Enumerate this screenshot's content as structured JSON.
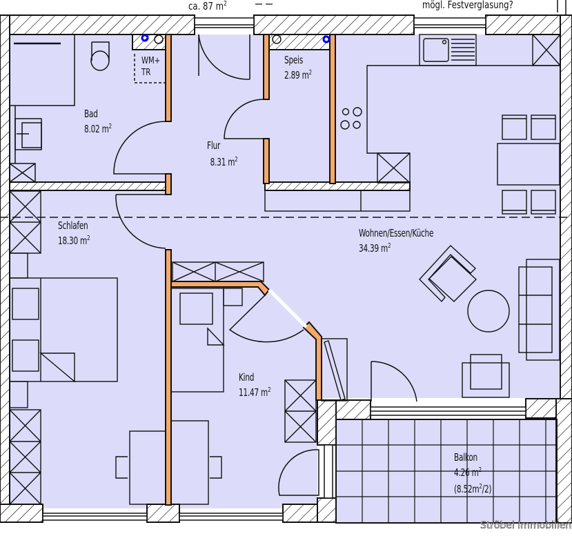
{
  "plan": {
    "total_area_label": "ca. 87 m",
    "total_area_sup": "2",
    "window_note": "mögl. Festverglasung?",
    "watermark": "Ströbel Immobilien",
    "colors": {
      "floor": "#dcdcfa",
      "wall_hatch": "#111111",
      "partition": "#f4a96a",
      "outline": "#111111",
      "pipe_marker": "#0000ee"
    }
  },
  "rooms": [
    {
      "id": "bad",
      "name": "Bad",
      "area": "8.02 m",
      "sup": "2"
    },
    {
      "id": "flur",
      "name": "Flur",
      "area": "8.31 m",
      "sup": "2"
    },
    {
      "id": "speis",
      "name": "Speis",
      "area": "2.89 m",
      "sup": "2"
    },
    {
      "id": "schlafen",
      "name": "Schlafen",
      "area": "18.30 m",
      "sup": "2"
    },
    {
      "id": "wohnen",
      "name": "Wohnen/Essen/Küche",
      "area": "34.39 m",
      "sup": "2"
    },
    {
      "id": "kind",
      "name": "Kind",
      "area": "11.47 m",
      "sup": "2"
    },
    {
      "id": "balkon",
      "name": "Balkon",
      "area": "4.26 m",
      "sup": "2",
      "note_pre": "(8.52m",
      "note_sup": "2",
      "note_post": "/2)"
    }
  ],
  "fixtures": {
    "washer_dryer_line1": "WM+",
    "washer_dryer_line2": "TR"
  }
}
